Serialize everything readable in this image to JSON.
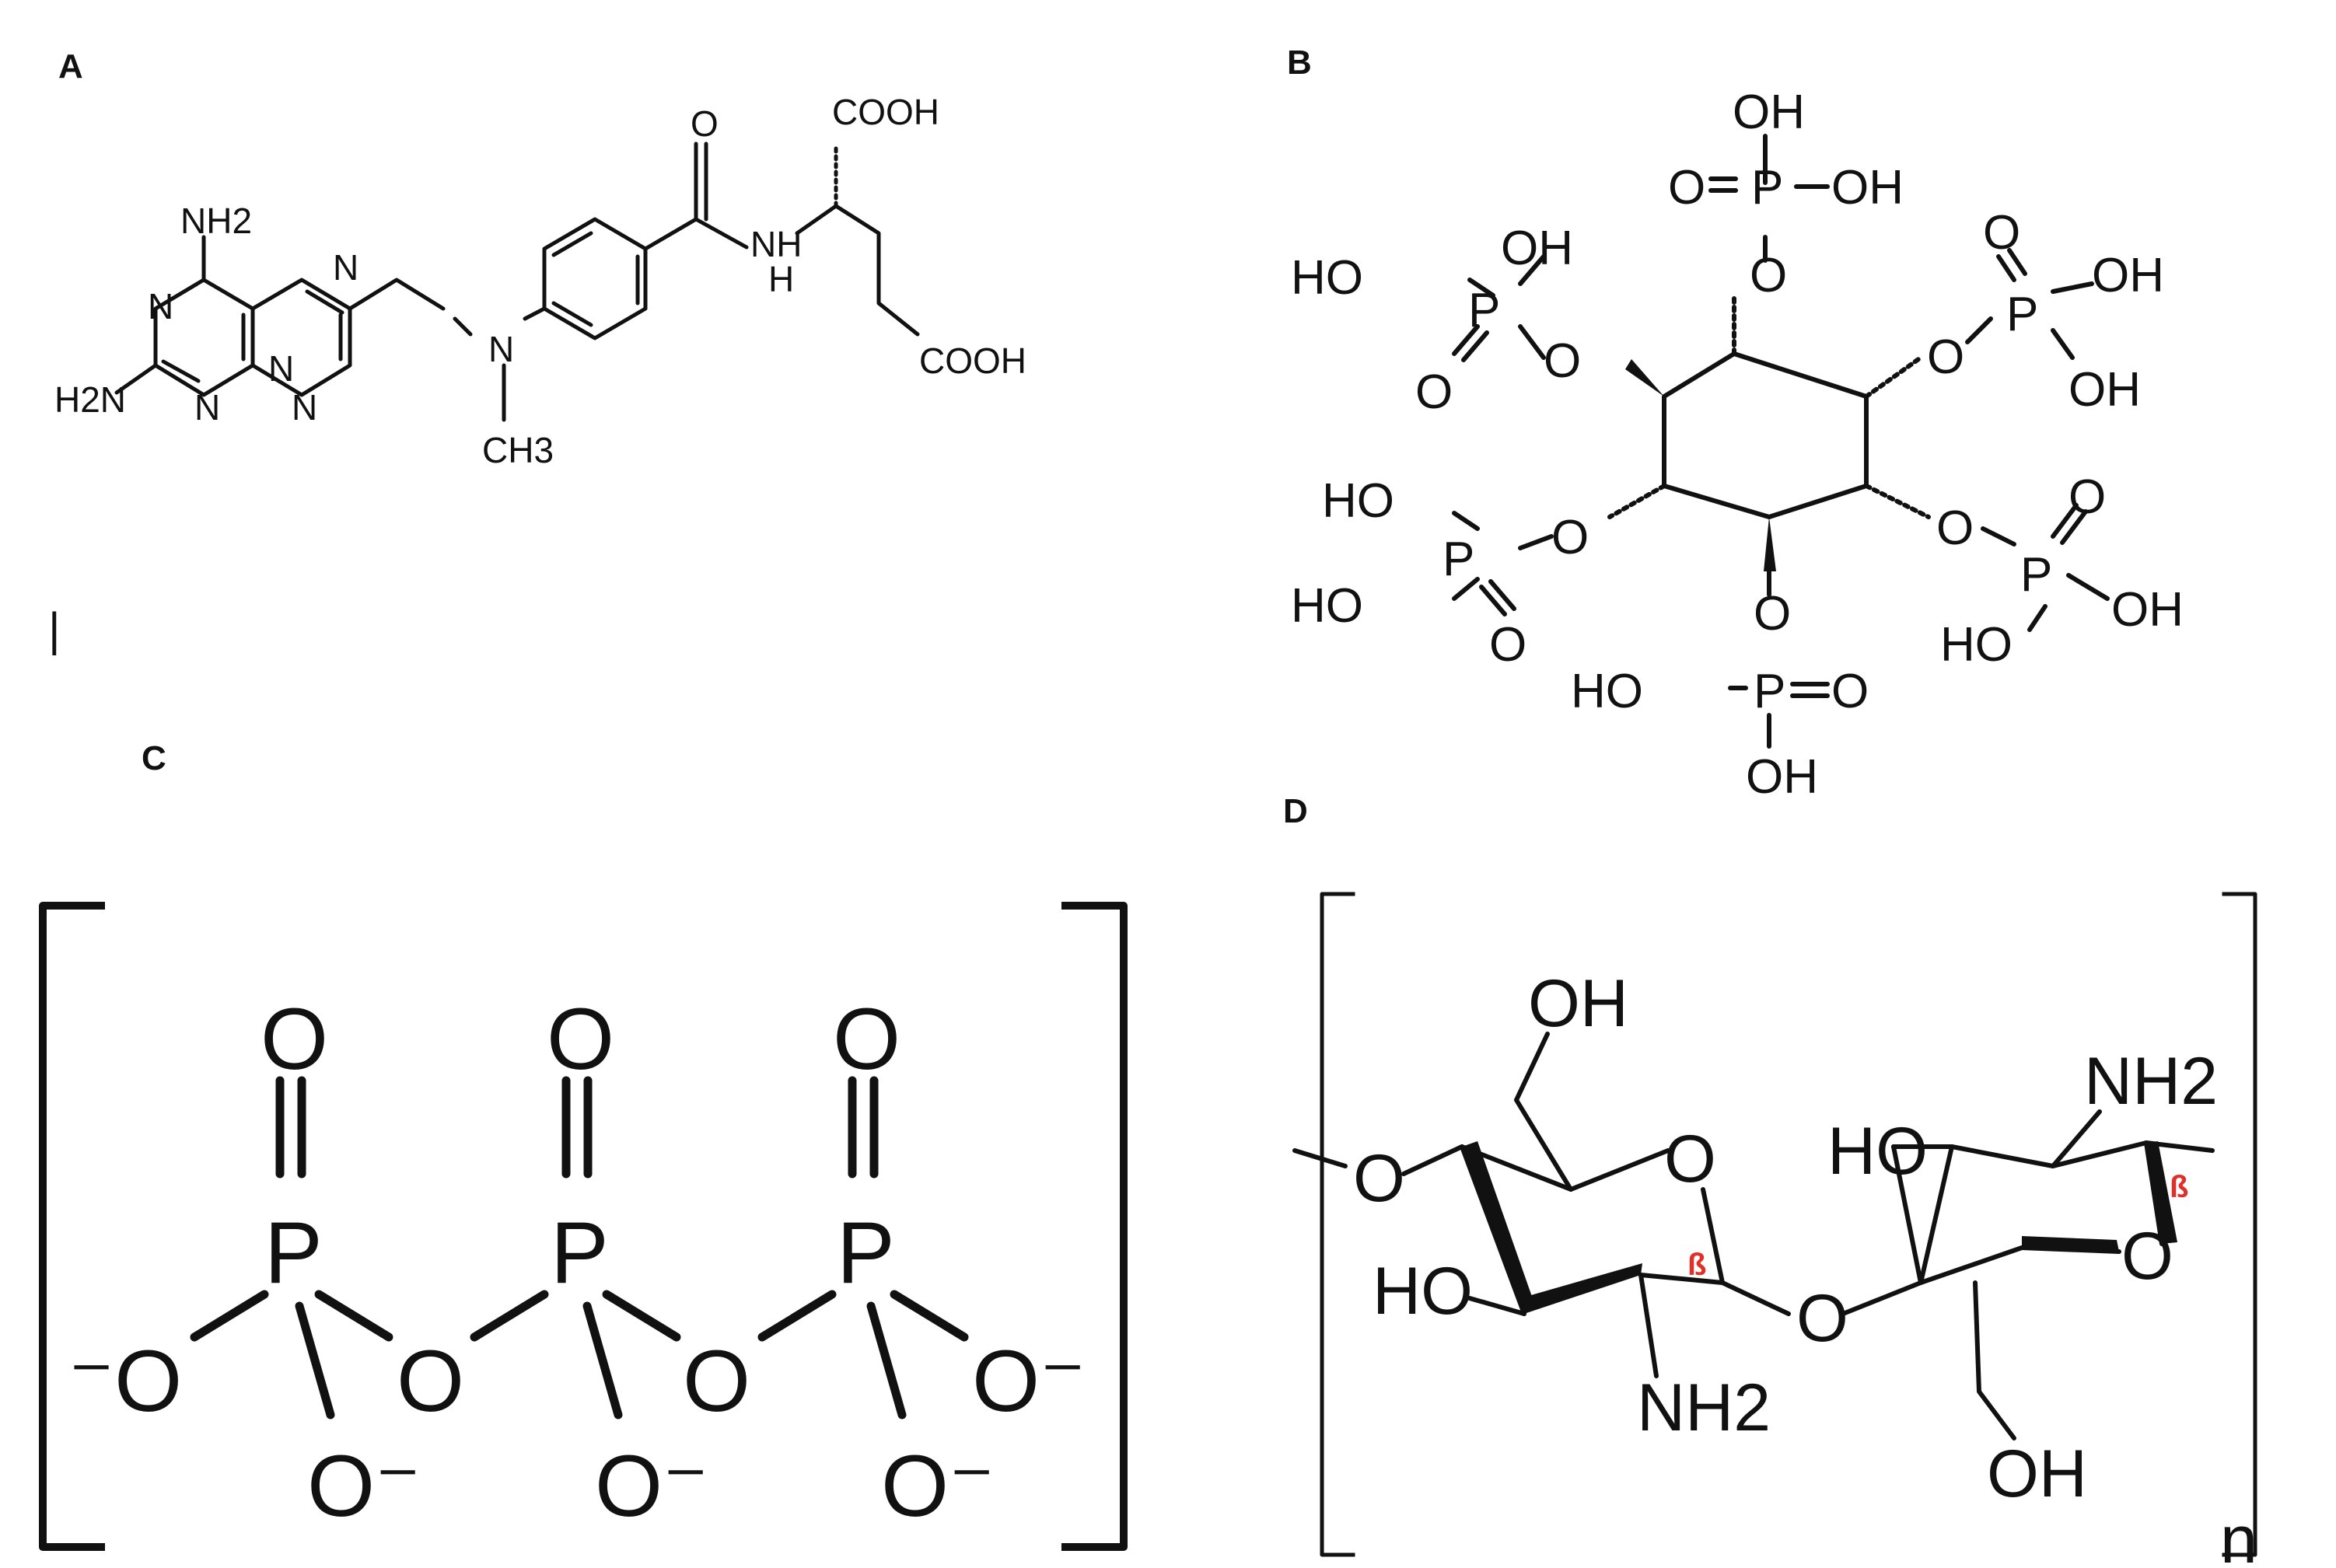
{
  "panels": {
    "A": {
      "letter": "A",
      "cursor_mark": "|",
      "atoms": {
        "nh2_top": "NH2",
        "n1": "N",
        "n3": "N",
        "h2n_left": "H2N",
        "n8": "N",
        "n5": "N",
        "n10": "N",
        "n_amine": "N",
        "ch3": "CH3",
        "o_carbonyl": "O",
        "nh": "NH",
        "h": "H",
        "cooh_top": "COOH",
        "cooh_bottom": "COOH"
      }
    },
    "B": {
      "letter": "B",
      "atoms": {
        "t_oh_top": "OH",
        "t_o_dbl": "O",
        "t_p": "P",
        "t_oh_right": "OH",
        "t_o_link": "O",
        "ul_oh": "OH",
        "ul_ho": "HO",
        "ul_p": "P",
        "ul_o_dbl": "O",
        "ul_o_link": "O",
        "ur_o_dbl": "O",
        "ur_oh": "OH",
        "ur_p": "P",
        "ur_oh2": "OH",
        "ur_o_link": "O",
        "ll_ho": "HO",
        "ll_p": "P",
        "ll_ho2": "HO",
        "ll_o_dbl": "O",
        "ll_o_link": "O",
        "lr_o_link": "O",
        "lr_o_dbl": "O",
        "lr_p": "P",
        "lr_oh": "OH",
        "lr_ho": "HO",
        "b_o_link": "O",
        "b_ho": "HO",
        "b_p": "P",
        "b_o_dbl": "O",
        "b_oh": "OH"
      }
    },
    "C": {
      "letter": "C",
      "atoms": {
        "o_top1": "O",
        "o_top2": "O",
        "o_top3": "O",
        "p1": "P",
        "p2": "P",
        "p3": "P",
        "o_minus_left": "⁻O",
        "o_bridge1": "O",
        "o_bridge2": "O",
        "o_minus_right": "O⁻",
        "o_minus_b1": "O⁻",
        "o_minus_b2": "O⁻",
        "o_minus_b3": "O⁻"
      }
    },
    "D": {
      "letter": "D",
      "subscript": "n",
      "atoms": {
        "oh_top": "OH",
        "o_ring1": "O",
        "o_left": "O",
        "ho_left": "HO",
        "nh2_bottom": "NH2",
        "beta1": "ß",
        "o_glyco": "O",
        "ho_ring2": "HO",
        "nh2_top": "NH2",
        "beta2": "ß",
        "o_ring2": "O",
        "oh_bottom": "OH"
      },
      "beta_color": "#e0302a"
    }
  }
}
